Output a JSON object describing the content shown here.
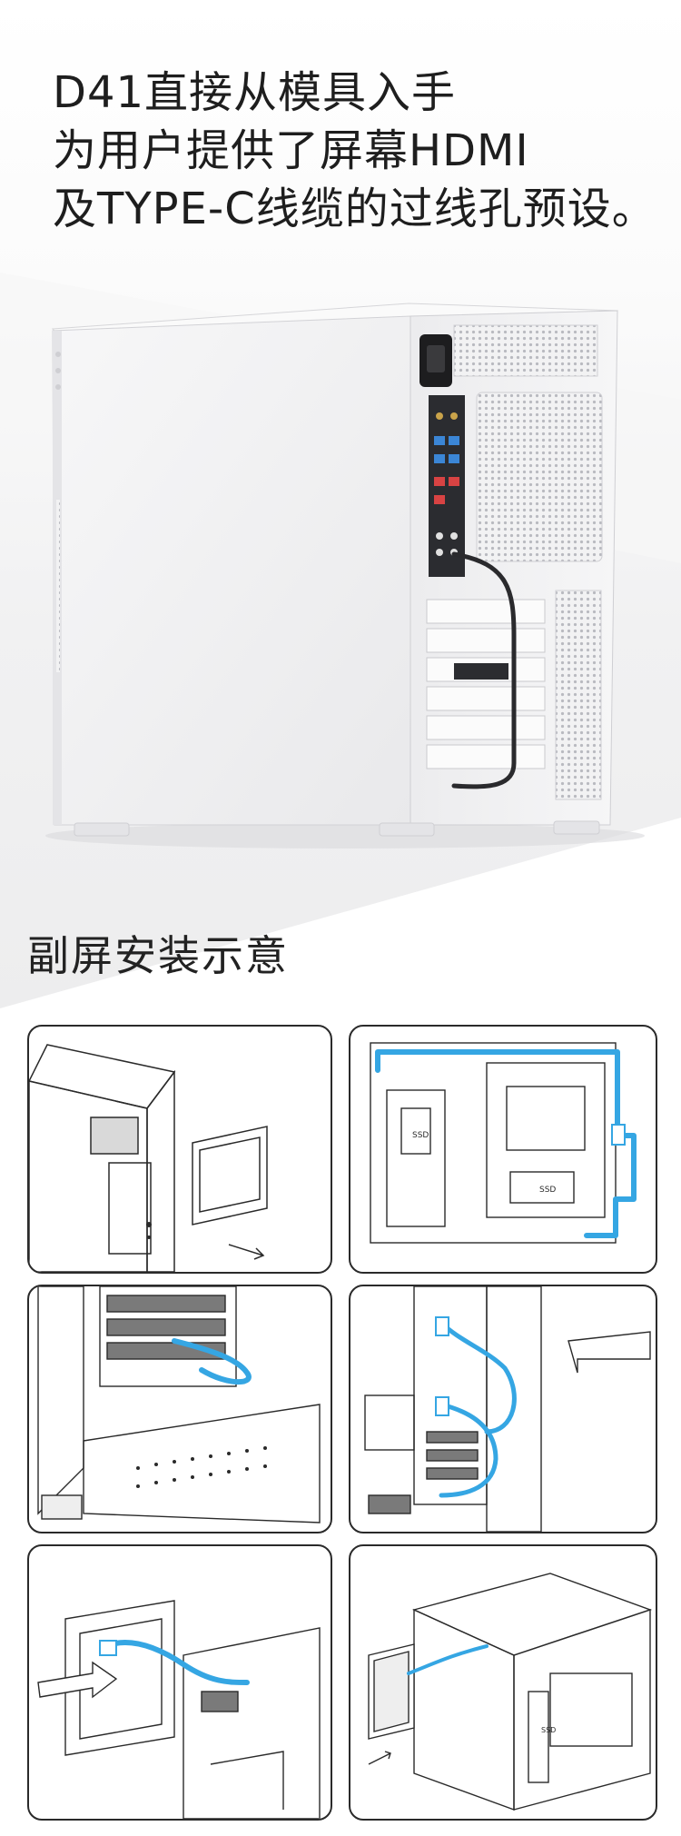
{
  "headline": {
    "line1": "D41直接从模具入手",
    "line2": "为用户提供了屏幕HDMI",
    "line3": "及TYPE-C线缆的过线孔预设。"
  },
  "section_title": "副屏安装示意",
  "panel_labels": {
    "ssd_top": "SSD",
    "ssd_mid": "SSD",
    "ssd_bottom": "SSD"
  },
  "colors": {
    "cable_blue": "#35a6e3",
    "line_art": "#2a2a2a"
  }
}
